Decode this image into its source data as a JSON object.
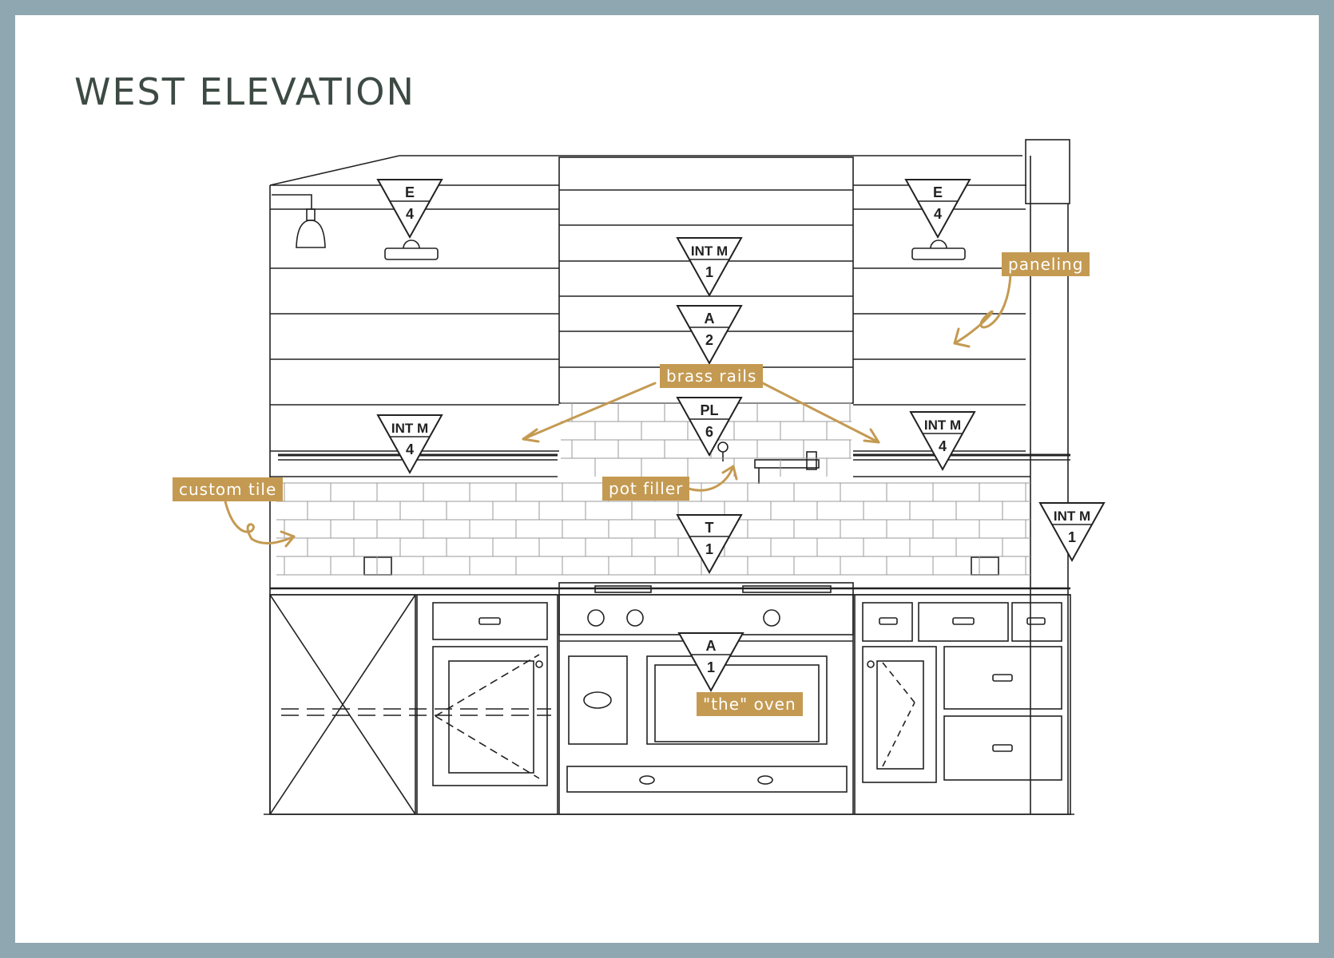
{
  "title": "WEST ELEVATION",
  "colors": {
    "border": "#8fa7b0",
    "accent": "#c49a52",
    "line": "#222222",
    "title": "#3d4a44"
  },
  "markers": [
    {
      "id": "e4-left",
      "top": "E",
      "bottom": "4"
    },
    {
      "id": "e4-right",
      "top": "E",
      "bottom": "4"
    },
    {
      "id": "intm1-hood",
      "top": "INT M",
      "bottom": "1"
    },
    {
      "id": "a2",
      "top": "A",
      "bottom": "2"
    },
    {
      "id": "pl6",
      "top": "PL",
      "bottom": "6"
    },
    {
      "id": "intm4-left",
      "top": "INT M",
      "bottom": "4"
    },
    {
      "id": "intm4-right",
      "top": "INT M",
      "bottom": "4"
    },
    {
      "id": "t1",
      "top": "T",
      "bottom": "1"
    },
    {
      "id": "intm1-side",
      "top": "INT M",
      "bottom": "1"
    },
    {
      "id": "a1",
      "top": "A",
      "bottom": "1"
    }
  ],
  "callouts": {
    "paneling": "paneling",
    "brass_rails": "brass rails",
    "custom_tile": "custom tile",
    "pot_filler": "pot filler",
    "oven": "\"the\" oven"
  }
}
